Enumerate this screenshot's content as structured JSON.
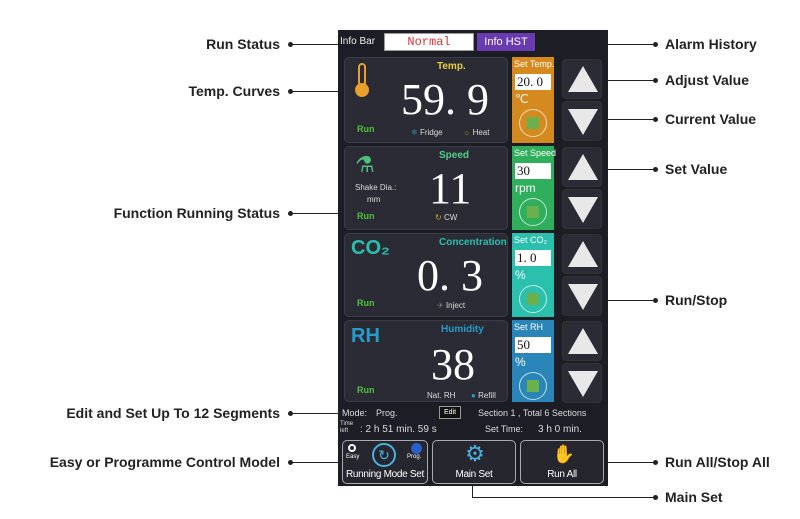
{
  "annotations": {
    "run_status": "Run Status",
    "temp_curves": "Temp. Curves",
    "function_running_status": "Function Running Status",
    "edit_segments": "Edit and Set Up To 12 Segments",
    "control_model": "Easy or Programme Control Model",
    "alarm_history": "Alarm History",
    "adjust_value": "Adjust Value",
    "current_value": "Current Value",
    "set_value": "Set Value",
    "run_stop": "Run/Stop",
    "run_all_stop_all": "Run All/Stop All",
    "main_set": "Main Set"
  },
  "info_bar": {
    "label": "Info Bar",
    "status": "Normal",
    "history_button": "Info HST"
  },
  "temp": {
    "title": "Temp.",
    "value": "59. 9",
    "run": "Run",
    "fridge": "Fridge",
    "heat": "Heat",
    "set_label": "Set Temp.",
    "set_value": "20. 0",
    "unit": "℃",
    "color": "#d48a1e"
  },
  "speed": {
    "title": "Speed",
    "value": "11",
    "run": "Run",
    "shake_label": "Shake Dia.:",
    "shake_unit": "mm",
    "direction": "CW",
    "set_label": "Set Speed",
    "set_value": "30",
    "unit": "rpm",
    "color": "#2fae5c"
  },
  "co2": {
    "icon_label": "CO₂",
    "title": "Concentration",
    "value": "0. 3",
    "run": "Run",
    "inject": "Inject",
    "set_label": "Set CO₂",
    "set_value": "1. 0",
    "unit": "%",
    "color": "#2bbfae"
  },
  "rh": {
    "icon_label": "RH",
    "title": "Humidity",
    "value": "38",
    "run": "Run",
    "nat": "Nat. RH",
    "refill": "Refill",
    "set_label": "Set RH",
    "set_value": "50",
    "unit": "%",
    "color": "#2a86b8"
  },
  "status": {
    "mode_label": "Mode:",
    "mode_value": "Prog.",
    "edit": "Edit",
    "section": "Section  1 , Total  6  Sections",
    "time_left_label": "Time left",
    "time_left": ":   2  h   51  min.  59  s",
    "set_time_label": "Set Time:",
    "set_time": "3  h     0  min."
  },
  "buttons": {
    "running_mode": "Running Mode Set",
    "easy": "Easy",
    "prog": "Prog.",
    "main_set": "Main Set",
    "run_all": "Run All"
  }
}
